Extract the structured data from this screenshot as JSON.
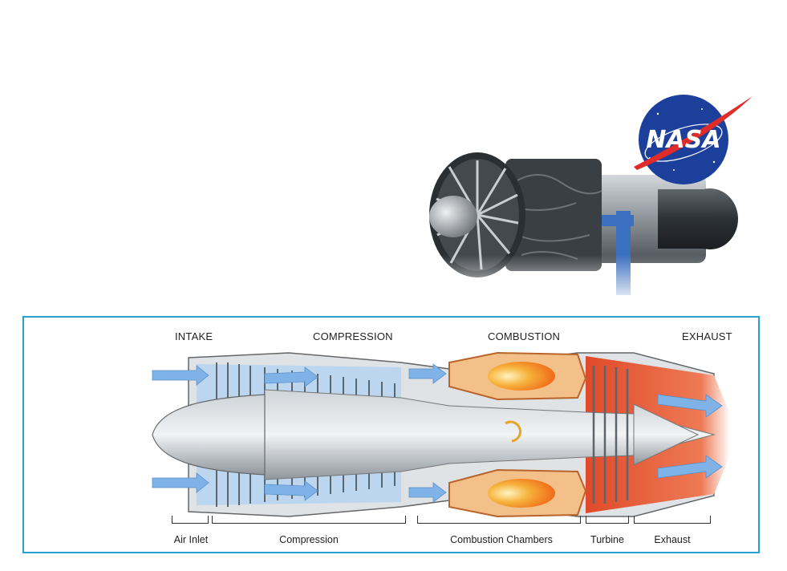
{
  "logo": {
    "text": "NASA",
    "colors": {
      "circle": "#1c3f9c",
      "swoosh": "#e02b2b"
    }
  },
  "photo": {
    "subject": "turbojet-engine-photo"
  },
  "diagram": {
    "border_color": "#2b9fd0",
    "stages": {
      "intake": "INTAKE",
      "compression": "COMPRESSION",
      "combustion": "COMBUSTION",
      "exhaust": "EXHAUST"
    },
    "sections": {
      "air_inlet": "Air Inlet",
      "compression": "Compression",
      "combustion_chambers": "Combustion Chambers",
      "turbine": "Turbine",
      "exhaust": "Exhaust"
    },
    "colors": {
      "airflow": "#7fb3e8",
      "flame": "#f39a1f",
      "exhaust": "#e04a2a",
      "metal": "#9aa3ab"
    }
  }
}
